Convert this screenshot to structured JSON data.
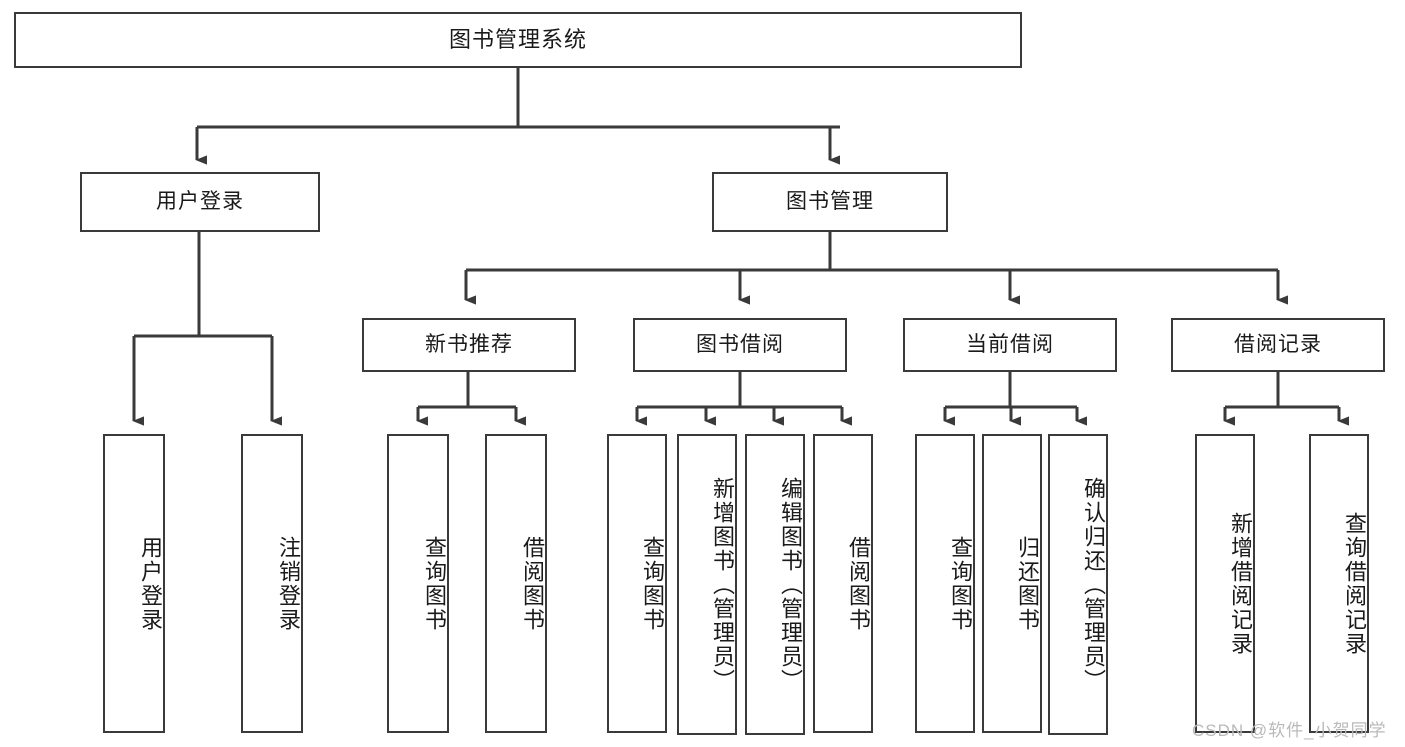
{
  "diagram": {
    "title": "图书管理系统",
    "type": "functional-structure-tree",
    "watermark": "CSDN @软件_小贺同学",
    "stroke_color": "#3a3a3a",
    "background_color": "#ffffff",
    "text_color": "#1a1a1a",
    "watermark_color": "#b9b9b9"
  },
  "nodes": {
    "root": {
      "label": "图书管理系统"
    },
    "level1": [
      {
        "id": "user-login",
        "label": "用户登录"
      },
      {
        "id": "book-manage",
        "label": "图书管理"
      }
    ],
    "level2": [
      {
        "id": "new-book-recommend",
        "label": "新书推荐"
      },
      {
        "id": "book-borrow",
        "label": "图书借阅"
      },
      {
        "id": "current-borrow",
        "label": "当前借阅"
      },
      {
        "id": "borrow-record",
        "label": "借阅记录"
      }
    ],
    "leaves": {
      "user-login": [
        {
          "id": "leaf-user-login",
          "label": "用户登录"
        },
        {
          "id": "leaf-user-logout",
          "label": "注销登录"
        }
      ],
      "new-book-recommend": [
        {
          "id": "leaf-query-book-1",
          "label": "查询图书"
        },
        {
          "id": "leaf-borrow-book-1",
          "label": "借阅图书"
        }
      ],
      "book-borrow": [
        {
          "id": "leaf-query-book-2",
          "label": "查询图书"
        },
        {
          "id": "leaf-add-book",
          "label": "新增图书（管理员）"
        },
        {
          "id": "leaf-edit-book",
          "label": "编辑图书（管理员）"
        },
        {
          "id": "leaf-borrow-book-2",
          "label": "借阅图书"
        }
      ],
      "current-borrow": [
        {
          "id": "leaf-query-book-3",
          "label": "查询图书"
        },
        {
          "id": "leaf-return-book",
          "label": "归还图书"
        },
        {
          "id": "leaf-confirm-return",
          "label": "确认归还（管理员）"
        }
      ],
      "borrow-record": [
        {
          "id": "leaf-add-record",
          "label": "新增借阅记录"
        },
        {
          "id": "leaf-query-record",
          "label": "查询借阅记录"
        }
      ]
    }
  }
}
